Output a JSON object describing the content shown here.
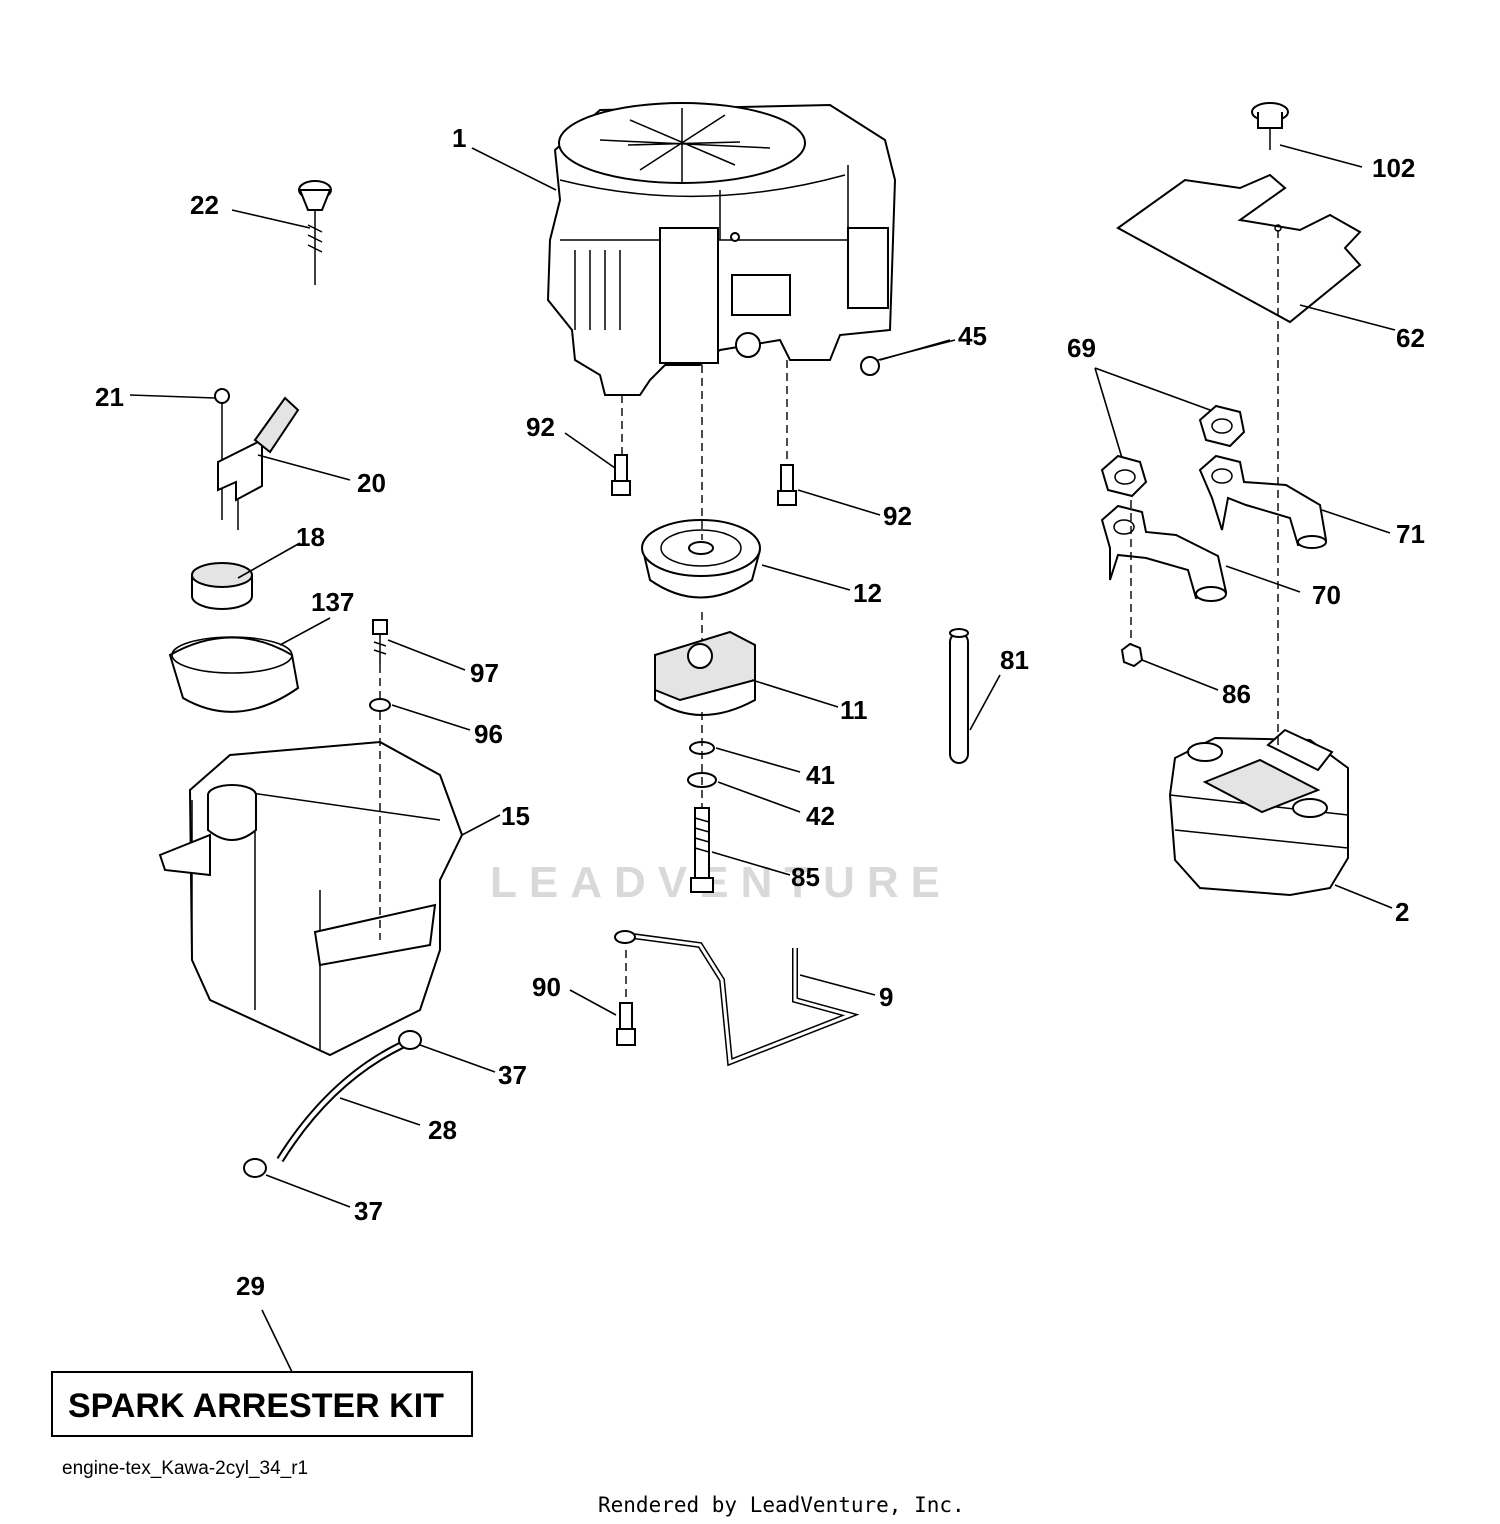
{
  "callouts": {
    "c1": "1",
    "c22": "22",
    "c102": "102",
    "c45": "45",
    "c62": "62",
    "c69": "69",
    "c21": "21",
    "c92a": "92",
    "c20": "20",
    "c92b": "92",
    "c71": "71",
    "c18": "18",
    "c12": "12",
    "c70": "70",
    "c137": "137",
    "c81": "81",
    "c97": "97",
    "c86": "86",
    "c11": "11",
    "c96": "96",
    "c41": "41",
    "c42": "42",
    "c15": "15",
    "c85": "85",
    "c2": "2",
    "c90": "90",
    "c9": "9",
    "c37a": "37",
    "c28": "28",
    "c37b": "37",
    "c29": "29"
  },
  "kit_label": "SPARK ARRESTER KIT",
  "file_name": "engine-tex_Kawa-2cyl_34_r1",
  "render_credit": "Rendered by LeadVenture, Inc.",
  "watermark": "LEADVENTURE"
}
